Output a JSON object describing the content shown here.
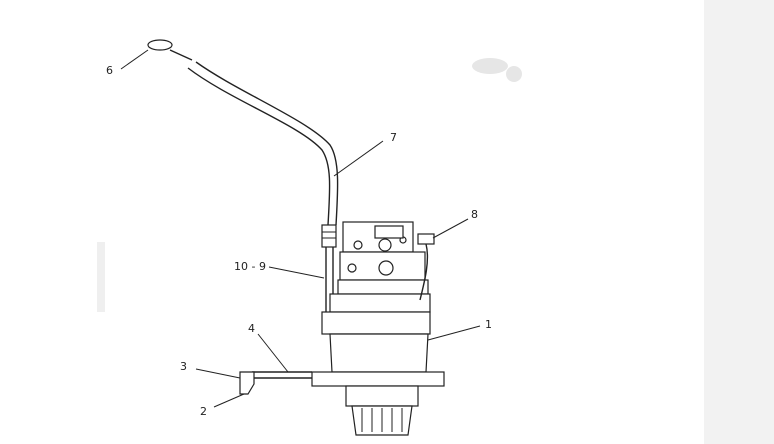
{
  "callouts": {
    "c1": "1",
    "c2": "2",
    "c3": "3",
    "c4": "4",
    "c6": "6",
    "c7": "7",
    "c8": "8",
    "c10_9": "10 - 9"
  }
}
